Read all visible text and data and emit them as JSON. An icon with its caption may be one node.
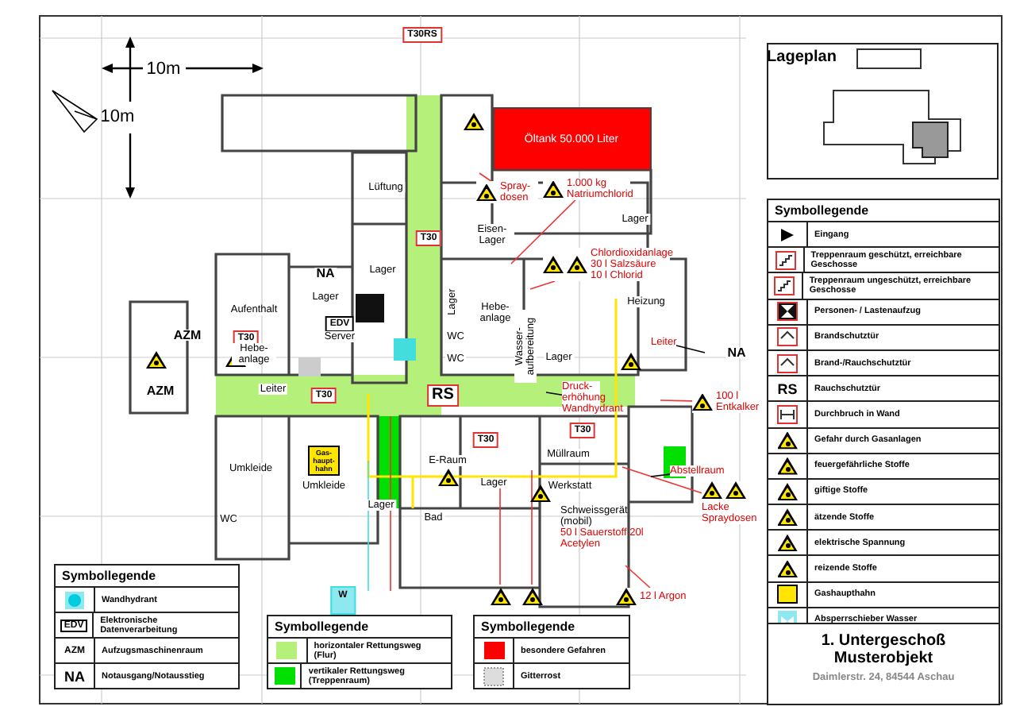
{
  "diagram": {
    "title": "1. Untergeschoß Musterobjekt",
    "nodes": [
      {
        "text": [
          "Spray- dosen"
        ]
      },
      {
        "text": [
          "1.000 kg Natriumchlorid"
        ]
      },
      {
        "text": [
          "Chlordioxidanlage 30 l Salzsäure 10 l Chlorid"
        ]
      },
      {
        "text": [
          "100 l Entkalker"
        ]
      },
      {
        "text": [
          "Lacke Spraydosen"
        ]
      },
      {
        "text": [
          "12 l Argon"
        ]
      },
      {
        "text": [
          "Leiter"
        ]
      },
      {
        "text": [
          "Druck- erhöhung Wandhydrant"
        ]
      },
      {
        "text": [
          "Abstellraum"
        ]
      }
    ],
    "edges": [
      {
        "from": 0,
        "to": null,
        "arrow": "none"
      },
      {
        "from": 1,
        "to": null,
        "arrow": "none"
      },
      {
        "from": 2,
        "to": null,
        "arrow": "none"
      },
      {
        "from": 3,
        "to": null,
        "arrow": "none"
      },
      {
        "from": 4,
        "to": null,
        "arrow": "none"
      },
      {
        "from": 5,
        "to": null,
        "arrow": "none"
      },
      {
        "from": 6,
        "to": null,
        "arrow": "none",
        "color": "#000000"
      },
      {
        "from": 7,
        "to": null,
        "arrow": "none",
        "color": "#000000"
      },
      {
        "from": 8,
        "to": null,
        "arrow": "none",
        "color": "#000000"
      }
    ],
    "labels": [
      "10m",
      "10m",
      "Öltank 50.000 Liter",
      "T30RS",
      "Lüftung",
      "Lager",
      "T30",
      "Eisen- Lager",
      "Lager",
      "NA",
      "Lager",
      "Aufenthalt",
      "AZM",
      "T30",
      "EDV",
      "Server",
      "Lager",
      "Hebe- anlage",
      "Hebe- anlage",
      "WC",
      "WC",
      "Heizung",
      "Wasser- aufbereitung",
      "NA",
      "Lager",
      "AZM",
      "Leiter",
      "T30",
      "RS",
      "Gas- haupt- hahn",
      "T30",
      "T30",
      "Müllraum",
      "Umkleide",
      "E-Raum",
      "Umkleide",
      "Lager",
      "Werkstatt",
      "Lager",
      "Bad",
      "WC",
      "Schweissgerät (mobil)",
      "50 l Sauerstoff 20l Acetylen",
      "W",
      "Lageplan",
      "Symbollegende",
      "RS",
      "Symbollegende",
      "EDV",
      "AZM",
      "NA",
      "Symbollegende",
      "Symbollegende",
      "Daimlerstr. 24, 84544 Aschau"
    ],
    "legend": [
      {
        "text": "Eingang"
      },
      {
        "text": "Treppenraum geschützt, erreichbare Geschosse"
      },
      {
        "text": "Treppenraum ungeschützt, erreichbare Geschosse"
      },
      {
        "text": "Personen- / Lastenaufzug"
      },
      {
        "text": "Brandschutztür"
      },
      {
        "text": "Brand-/Rauchschutztür"
      },
      {
        "text": "Rauchschutztür"
      },
      {
        "text": "Durchbruch in Wand"
      },
      {
        "text": "Gefahr durch Gasanlagen"
      },
      {
        "text": "feuergefährliche Stoffe"
      },
      {
        "text": "giftige Stoffe"
      },
      {
        "text": "ätzende Stoffe"
      },
      {
        "text": "elektrische Spannung"
      },
      {
        "text": "reizende Stoffe"
      },
      {
        "text": "Gashaupthahn"
      },
      {
        "text": "Absperrschieber Wasser"
      },
      {
        "text": "Wandhydrant"
      },
      {
        "text": "Elektronische Datenverarbeitung"
      },
      {
        "text": "Aufzugsmaschinenraum"
      },
      {
        "text": "Notausgang/Notausstieg"
      },
      {
        "text": "horizontaler Rettungsweg (Flur)",
        "color": "#b5f07a"
      },
      {
        "text": "vertikaler Rettungsweg (Treppenraum)",
        "color": "#00e000"
      },
      {
        "text": "besondere Gefahren",
        "color": "#ff0000"
      },
      {
        "text": "Gitterrost"
      }
    ]
  }
}
